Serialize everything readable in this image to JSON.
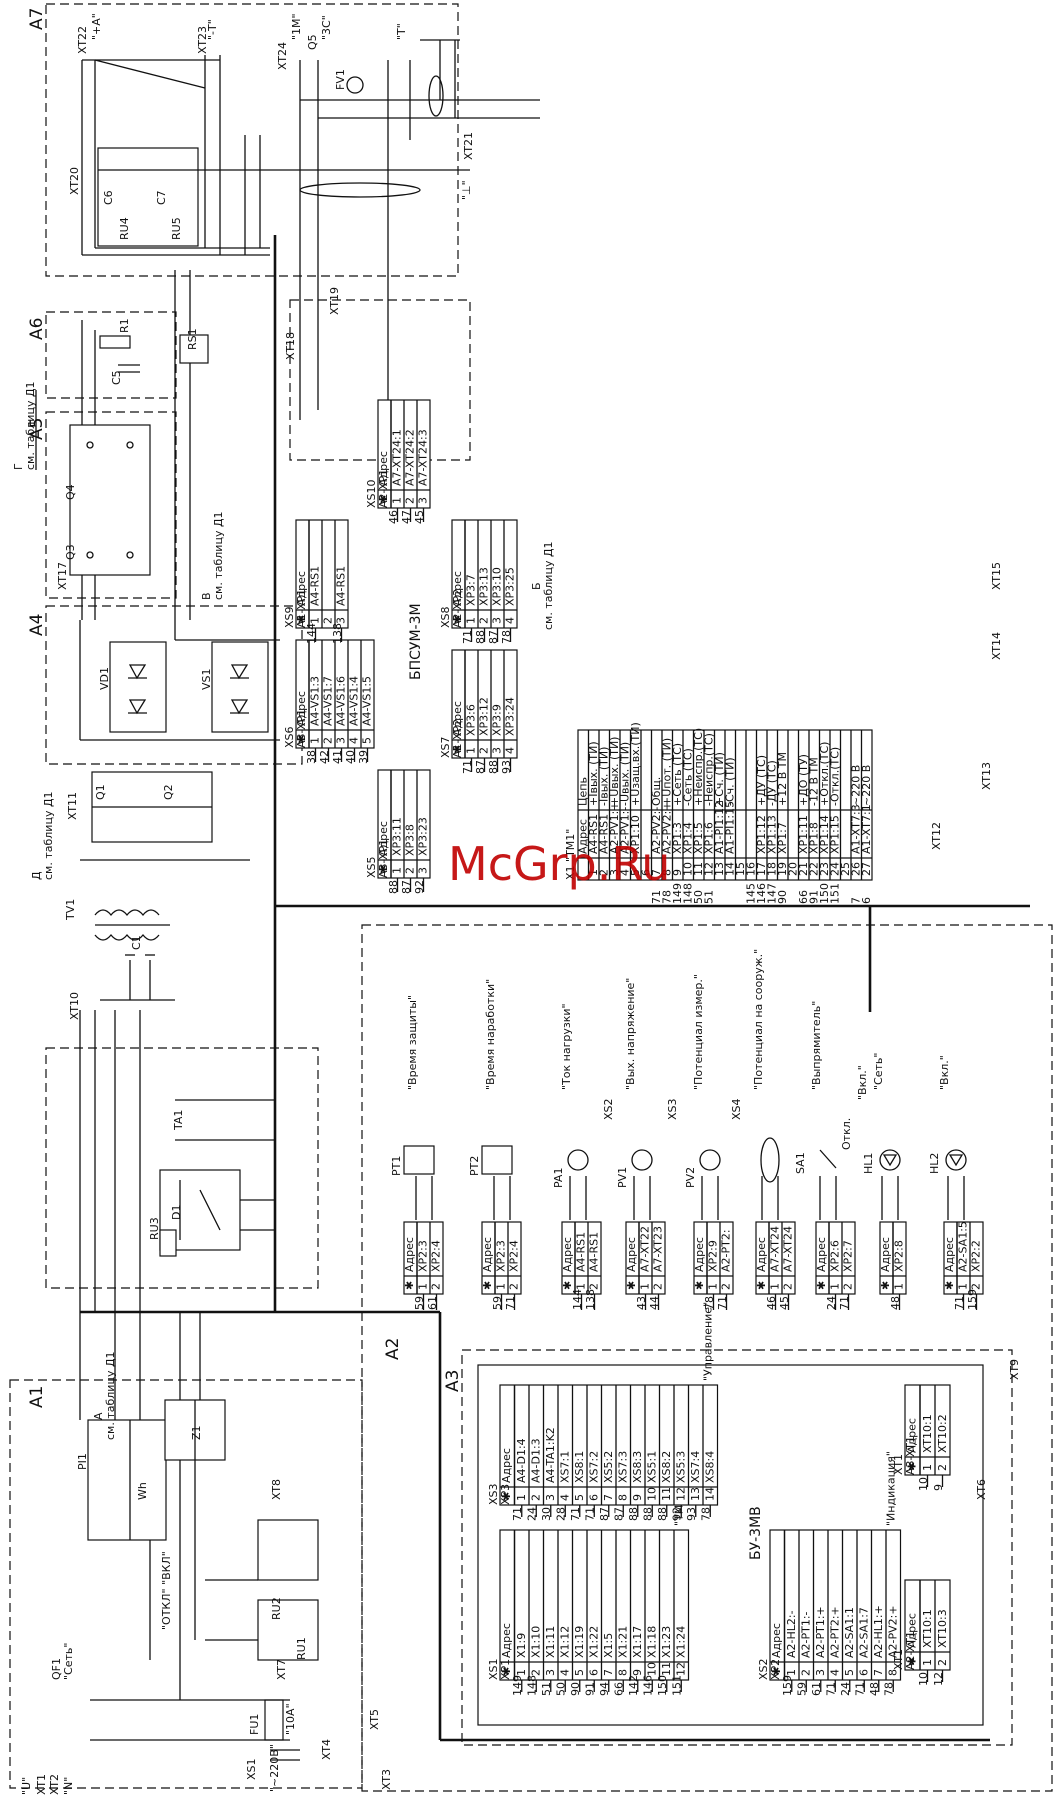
{
  "watermark": "McGrp.Ru",
  "assemblies": [
    {
      "key": "A1",
      "label": "A1"
    },
    {
      "key": "A2",
      "label": "A2"
    },
    {
      "key": "A3",
      "label": "A3"
    },
    {
      "key": "A4",
      "label": "A4"
    },
    {
      "key": "A5",
      "label": "A5"
    },
    {
      "key": "A6",
      "label": "A6"
    },
    {
      "key": "A7",
      "label": "A7"
    }
  ],
  "modules": {
    "bpsum": "БПСУМ-3М",
    "bu": "БУ-3МВ"
  },
  "table_refs": {
    "a": "А",
    "b": "Б",
    "v": "В",
    "g": "Г",
    "d": "Д",
    "ref": "см. таблицу Д1"
  },
  "components": {
    "pi1": "PI1",
    "wh": "Wh",
    "qf1": "QF1",
    "fu1": "FU1",
    "fu1_rating": "\"10А\"",
    "xs1": "XS1",
    "xs1_voltage": "\"~220В\"",
    "z1": "Z1",
    "ru1": "RU1",
    "ru2": "RU2",
    "ru3": "RU3",
    "ru4": "RU4",
    "ru5": "RU5",
    "tv1": "TV1",
    "c1": "C1",
    "c5": "C5",
    "c6": "C6",
    "c7": "C7",
    "ta1": "TA1",
    "d1": "D1",
    "vd1": "VD1",
    "vs1": "VS1",
    "q1": "Q1",
    "q2": "Q2",
    "q3": "Q3",
    "q4": "Q4",
    "r1": "R1",
    "rs1": "RS1",
    "fv1": "FV1",
    "q5": "Q5",
    "sa1": "SA1",
    "hl1": "HL1",
    "hl2": "HL2",
    "pa1": "PA1",
    "pv1": "PV1",
    "pv2": "PV2",
    "pt1": "PT1",
    "pt2": "PT2"
  },
  "terminals": {
    "xt1": "XT1",
    "xt2": "XT2",
    "xt3": "XT3",
    "xt4": "XT4",
    "xt5": "XT5",
    "xt6": "XT6",
    "xt7": "XT7",
    "xt8": "XT8",
    "xt9": "XT9",
    "xt10": "XT10",
    "xt11": "XT11",
    "xt12": "XT12",
    "xt13": "XT13",
    "xt14": "XT14",
    "xt15": "XT15",
    "xt17": "XT17",
    "xt18": "XT18",
    "xt19": "XT19",
    "xt20": "XT20",
    "xt21": "XT21",
    "xt22": "XT22",
    "xt23": "XT23",
    "xt24": "XT24"
  },
  "tags": {
    "u": "\"U\"",
    "n": "\"N\"",
    "set": "\"Сеть\"",
    "otkl_vkl": "\"ОТКЛ\" \"ВКЛ\"",
    "ground": "\"⊥\"",
    "plus_a": "\"+А\"",
    "minus_t": "\"-Т\"",
    "m1": "\"1М\"",
    "sc": "\"3С\"",
    "t": "\"Т\""
  },
  "instruments": [
    {
      "key": "pt1",
      "caption": "\"Время защиты\""
    },
    {
      "key": "pt2",
      "caption": "\"Время наработки\""
    },
    {
      "key": "pa1",
      "caption": "\"Ток нагрузки\""
    },
    {
      "key": "pv1",
      "caption": "\"Вых. напряжение\""
    },
    {
      "key": "pv2",
      "caption": "\"Потенциал измер.\""
    },
    {
      "key": "xs4",
      "caption": "\"Потенциал на сооруж.\""
    },
    {
      "key": "sa1",
      "caption": "\"Выпрямитель\""
    },
    {
      "key": "hl1",
      "caption": "\"Сеть\""
    },
    {
      "key": "hl2",
      "caption": "\"Вкл.\""
    }
  ],
  "sa1_states": {
    "off": "Откл.",
    "on": "\"Вкл.\""
  },
  "xp_blocks": [
    {
      "key": "pt1",
      "header": "Адрес",
      "rows": [
        "XP2:3",
        "XP2:4"
      ],
      "wires": [
        "59",
        "61"
      ]
    },
    {
      "key": "pt2",
      "header": "Адрес",
      "rows": [
        "XP2:3",
        "XP2:4"
      ],
      "wires": [
        "59",
        "71"
      ]
    },
    {
      "key": "pa1",
      "header": "",
      "rows": [
        "A4-RS1",
        "A4-RS1"
      ],
      "wires": [
        "144",
        "138"
      ]
    },
    {
      "key": "pv1",
      "header": "",
      "rows": [
        "A7-XT22",
        "A7-XT23"
      ],
      "wires": [
        "43",
        "44"
      ]
    },
    {
      "key": "pv2",
      "header": "",
      "rows": [
        "XP2:9",
        "A2-PT2:"
      ],
      "wires": [
        "78",
        "71"
      ]
    },
    {
      "key": "xs4",
      "header": "",
      "rows": [
        "A7-XT24",
        "A7-XT24"
      ],
      "wires": [
        "46",
        "45"
      ]
    },
    {
      "key": "sa1",
      "header": "",
      "rows": [
        "XP2:6",
        "XP2:7"
      ],
      "wires": [
        "24",
        "71"
      ]
    },
    {
      "key": "hl1",
      "header": "",
      "rows": [
        "XP2:8"
      ],
      "wires": [
        "48"
      ]
    },
    {
      "key": "hl2",
      "header": "",
      "rows": [
        "A2-SA1:5",
        "XP2:2"
      ],
      "wires": [
        "71",
        "159"
      ]
    }
  ],
  "xt1_table": {
    "title": "X1 \"ТМ1\"",
    "col_addr": "Адрес",
    "col_circuit": "Цепь",
    "rows": [
      {
        "wire": "",
        "n": "1",
        "addr": "A4-RS1",
        "circuit": "+Iвых. (ТИ)"
      },
      {
        "wire": "",
        "n": "2",
        "addr": "A4-RS1",
        "circuit": "-Iвых. (ТИ)"
      },
      {
        "wire": "",
        "n": "3",
        "addr": "A2-PV1:+",
        "circuit": "+Uвых. (ТИ)"
      },
      {
        "wire": "",
        "n": "4",
        "addr": "A2-PV1:-",
        "circuit": "-Uвых. (ТИ)"
      },
      {
        "wire": "",
        "n": "5",
        "addr": "XP1:10",
        "circuit": "+Uзащ.вх.(ТИ)"
      },
      {
        "wire": "",
        "n": "6",
        "addr": "",
        "circuit": ""
      },
      {
        "wire": "71",
        "n": "7",
        "addr": "A2-PV2:-",
        "circuit": "Общ."
      },
      {
        "wire": "78",
        "n": "8",
        "addr": "A2-PV2:+",
        "circuit": "+Uпот. (ТИ)"
      },
      {
        "wire": "149",
        "n": "9",
        "addr": "XP1:3",
        "circuit": "+Сеть (ТС)"
      },
      {
        "wire": "148",
        "n": "10",
        "addr": "XP1:4",
        "circuit": "-Сеть (ТС)"
      },
      {
        "wire": "50",
        "n": "11",
        "addr": "XP1:5",
        "circuit": "+Неиспр.(ТС)"
      },
      {
        "wire": "51",
        "n": "12",
        "addr": "XP1:6",
        "circuit": "-Неиспр.(ТС)"
      },
      {
        "wire": "",
        "n": "13",
        "addr": "A1-PI1:12",
        "circuit": "+Сч. (ТИ)"
      },
      {
        "wire": "",
        "n": "14",
        "addr": "A1-PI1:15",
        "circuit": "-Сч. (ТИ)"
      },
      {
        "wire": "",
        "n": "15",
        "addr": "",
        "circuit": ""
      },
      {
        "wire": "145",
        "n": "16",
        "addr": "",
        "circuit": ""
      },
      {
        "wire": "146",
        "n": "17",
        "addr": "XP1:12",
        "circuit": "+ДУ (ТС)"
      },
      {
        "wire": "147",
        "n": "18",
        "addr": "XP1:13",
        "circuit": "-ДУ (ТС)"
      },
      {
        "wire": "90",
        "n": "19",
        "addr": "XP1:7",
        "circuit": "+12 В ТМ"
      },
      {
        "wire": "",
        "n": "20",
        "addr": "",
        "circuit": ""
      },
      {
        "wire": "66",
        "n": "21",
        "addr": "XP1:11",
        "circuit": "+ДО (ТУ)"
      },
      {
        "wire": "91",
        "n": "22",
        "addr": "XP1:8",
        "circuit": "-12 В ТМ"
      },
      {
        "wire": "150",
        "n": "23",
        "addr": "XP1:14",
        "circuit": "+Откл.(ТС)"
      },
      {
        "wire": "151",
        "n": "24",
        "addr": "XP1:15",
        "circuit": "-Откл.(ТС)"
      },
      {
        "wire": "",
        "n": "25",
        "addr": "",
        "circuit": ""
      },
      {
        "wire": "7",
        "n": "26",
        "addr": "A1-XT7:3",
        "circuit": "~220 В"
      },
      {
        "wire": "6",
        "n": "27",
        "addr": "A1-XT7:1",
        "circuit": "~220 В"
      }
    ]
  },
  "bpsum_blocks": [
    {
      "key": "xs5",
      "conn": "XS5",
      "ref": "A3-XP1",
      "rows": [
        "XP3:11",
        "XP3:8",
        "XP3:23"
      ],
      "wires": [
        "88",
        "87",
        "92"
      ]
    },
    {
      "key": "xs6",
      "conn": "XS6",
      "ref": "A3-XP1",
      "rows": [
        "A4-VS1:3",
        "A4-VS1:7",
        "A4-VS1:6",
        "A4-VS1:4",
        "A4-VS1:5"
      ],
      "wires": [
        "38",
        "42",
        "41",
        "40",
        "39"
      ]
    },
    {
      "key": "xs9",
      "conn": "XS9",
      "ref": "A1-XP1",
      "rows": [
        "A4-RS1",
        "",
        "A4-RS1"
      ],
      "wires": [
        "144",
        "",
        "138"
      ]
    },
    {
      "key": "xs10",
      "conn": "XS10",
      "ref": "A2-XP1",
      "rows": [
        "A7-XT24:1",
        "A7-XT24:2",
        "A7-XT24:3"
      ],
      "wires": [
        "46",
        "47",
        "45"
      ]
    },
    {
      "key": "xs7",
      "conn": "XS7",
      "ref": "A1-XP2",
      "rows": [
        "XP3:6",
        "XP3:12",
        "XP3:9",
        "XP3:24"
      ],
      "wires": [
        "71",
        "87",
        "88",
        "93"
      ]
    },
    {
      "key": "xs8",
      "conn": "XS8",
      "ref": "A2-XP2",
      "rows": [
        "XP3:7",
        "XP3:13",
        "XP3:10",
        "XP3:25"
      ],
      "wires": [
        "71",
        "88",
        "87",
        "78"
      ]
    }
  ],
  "bu_blocks": [
    {
      "key": "xs1",
      "conn": "XS1",
      "ref": "XP1",
      "caption": "\"ТМ\"",
      "rows": [
        "X1:9",
        "X1:10",
        "X1:11",
        "X1:12",
        "X1:19",
        "X1:22",
        "X1:5",
        "X1:21",
        "X1:17",
        "X1:18",
        "X1:23",
        "X1:24"
      ],
      "wires": [
        "149",
        "148",
        "51",
        "50",
        "90",
        "91",
        "94",
        "66",
        "142",
        "146",
        "150",
        "151"
      ]
    },
    {
      "key": "xs2",
      "conn": "XS2",
      "ref": "XP2",
      "caption": "\"Индикация\"",
      "rows": [
        "A2-HL2:-",
        "A2-PT1:-",
        "A2-PT1:+",
        "A2-PT2:+",
        "A2-SA1:1",
        "A2-SA1:7",
        "A2-HL1:+",
        "A2-PV2:+"
      ],
      "wires": [
        "159",
        "59",
        "61",
        "71",
        "24",
        "71",
        "48",
        "78"
      ]
    },
    {
      "key": "xs3",
      "conn": "XS3",
      "ref": "XP3",
      "caption": "\"Управление\"",
      "rows": [
        "A4-D1:4",
        "A4-D1:3",
        "A4-TA1:K2",
        "XS7:1",
        "XS8:1",
        "XS7:2",
        "XS5:2",
        "XS7:3",
        "XS8:3",
        "XS5:1",
        "XS8:2",
        "XS5:3",
        "XS7:4",
        "XS8:4"
      ],
      "wires": [
        "71",
        "24",
        "30",
        "28",
        "71",
        "71",
        "87",
        "87",
        "88",
        "88",
        "88",
        "92",
        "93",
        "78"
      ]
    },
    {
      "key": "xt1",
      "conn": "XT1",
      "ref": "A3-XT1",
      "caption": "",
      "rows": [
        "XT10:1",
        "XT10:2"
      ],
      "wires": [
        "10",
        "9"
      ]
    },
    {
      "key": "xt1b",
      "conn": "XT1",
      "ref": "A2-XT1",
      "caption": "",
      "rows": [
        "XT10:1",
        "XT10:3"
      ],
      "wires": [
        "10",
        "12"
      ]
    }
  ],
  "header_labels": {
    "addr": "Адрес",
    "star": "✱"
  }
}
